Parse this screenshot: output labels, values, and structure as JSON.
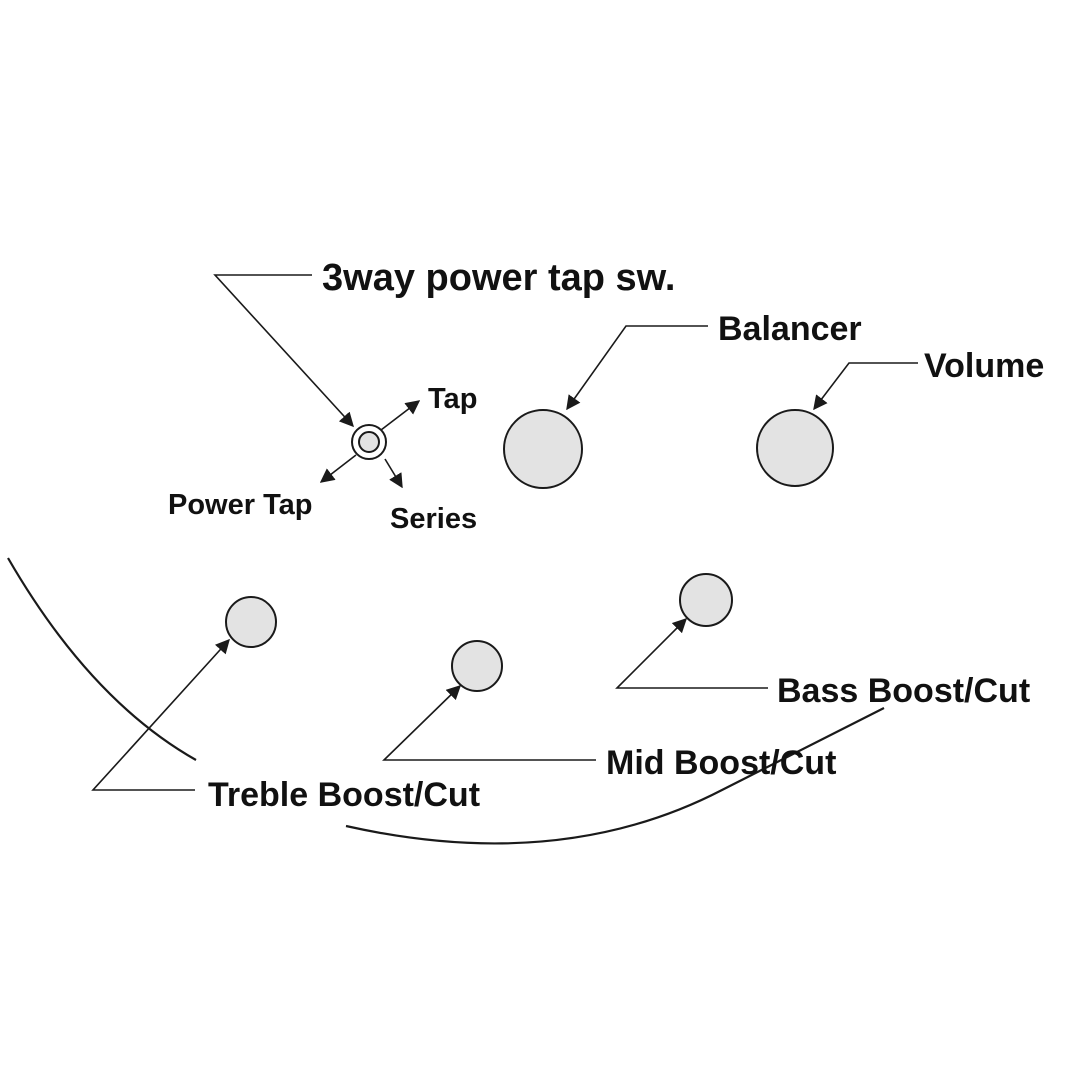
{
  "labels": {
    "switch": "3way power tap sw.",
    "switch_tap": "Tap",
    "switch_power_tap": "Power Tap",
    "switch_series": "Series",
    "balancer": "Balancer",
    "volume": "Volume",
    "treble": "Treble Boost/Cut",
    "mid": "Mid Boost/Cut",
    "bass": "Bass Boost/Cut"
  },
  "colors": {
    "knob_fill": "#e3e3e3",
    "line": "#1a1a1a",
    "background": "#ffffff"
  }
}
